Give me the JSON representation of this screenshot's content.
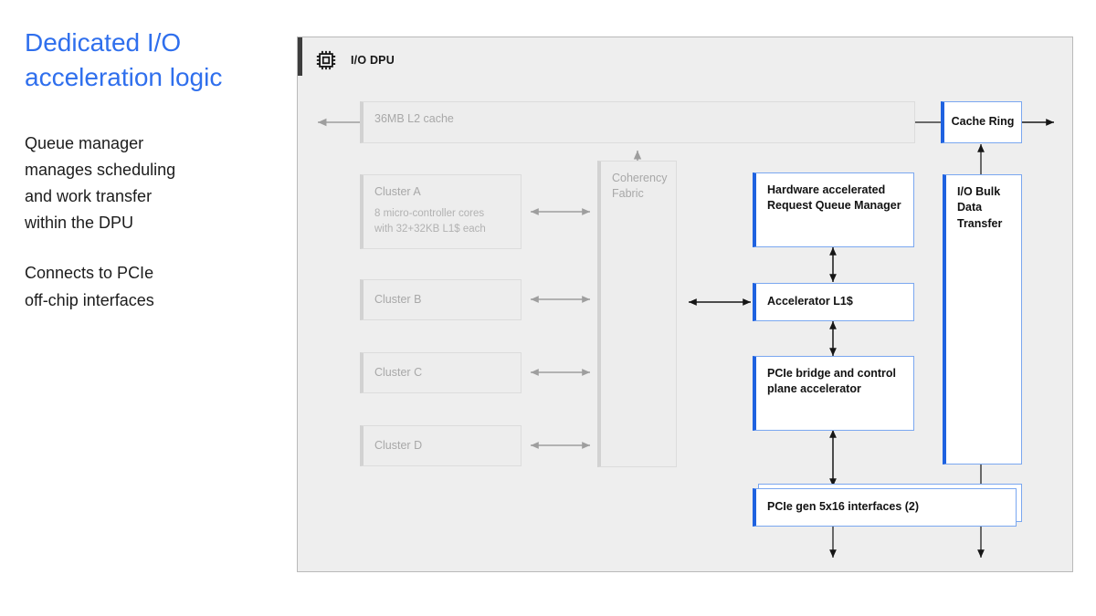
{
  "slide": {
    "title": "Dedicated I/O\nacceleration logic",
    "paragraphs": [
      "Queue manager\nmanages scheduling\nand work transfer\nwithin the DPU",
      "Connects to PCIe\noff-chip interfaces"
    ],
    "title_color": "#2f6fed"
  },
  "diagram": {
    "header": {
      "label": "I/O DPU",
      "icon": "chip-icon"
    },
    "accent_color": "#1f62e0",
    "dim_color": "#a8a8a8",
    "blocks": {
      "l2_cache": {
        "title": "36MB L2 cache",
        "sub": ""
      },
      "cluster_a": {
        "title": "Cluster A",
        "sub": "8 micro-controller cores\nwith 32+32KB L1$ each"
      },
      "cluster_b": {
        "title": "Cluster B",
        "sub": ""
      },
      "cluster_c": {
        "title": "Cluster C",
        "sub": ""
      },
      "cluster_d": {
        "title": "Cluster D",
        "sub": ""
      },
      "coherency": {
        "title": "Coherency\nFabric",
        "sub": ""
      },
      "cache_ring": {
        "title": "Cache Ring",
        "sub": ""
      },
      "queue_manager": {
        "title": "Hardware accelerated\nRequest Queue Manager",
        "sub": ""
      },
      "accel_l1": {
        "title": "Accelerator L1$",
        "sub": ""
      },
      "pcie_bridge": {
        "title": "PCIe bridge and control\nplane accelerator",
        "sub": ""
      },
      "pcie_ifaces": {
        "title": "PCIe gen 5x16 interfaces (2)",
        "sub": ""
      },
      "bulk_transfer": {
        "title": "I/O Bulk\nData\nTransfer",
        "sub": ""
      }
    }
  }
}
